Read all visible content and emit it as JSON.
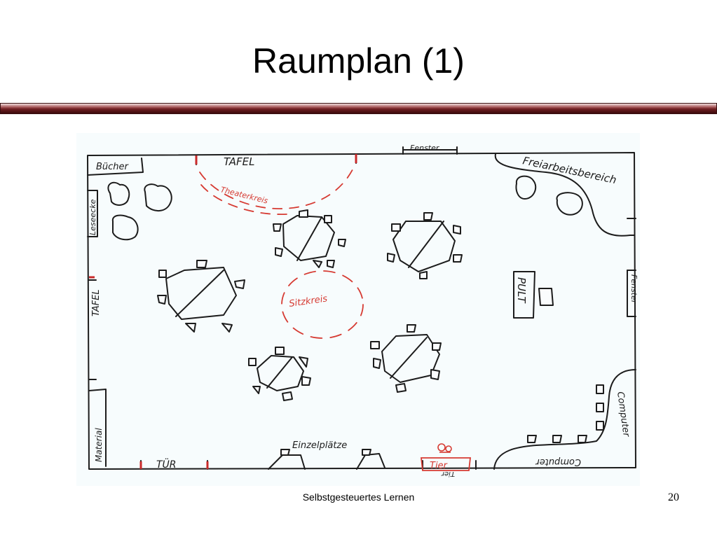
{
  "slide": {
    "title": "Raumplan (1)",
    "footer": "Selbstgesteuertes Lernen",
    "page_number": "20"
  },
  "plan": {
    "labels": {
      "tafel_top": "TAFEL",
      "tafel_left": "TAFEL",
      "fenster_top": "Fenster",
      "fenster_right": "Fenster",
      "buecher": "Bücher",
      "leseecke": "Leseecke",
      "material": "Material",
      "tuer": "TÜR",
      "einzelplaetze": "Einzelplätze",
      "tier": "Tier",
      "tier_mirror": "Tier",
      "computer_right": "Computer",
      "computer_bottom": "Computer",
      "pult": "PULT",
      "freiarbeitsbereich": "Freiarbeitsbereich",
      "theaterkreis": "Theaterkreis",
      "sitzkreis": "Sitzkreis"
    },
    "colors": {
      "ink": "#1c1c1c",
      "red_ink": "#d63a32",
      "paper": "#f7fcfd",
      "title_bar": "#6e1e21"
    }
  }
}
